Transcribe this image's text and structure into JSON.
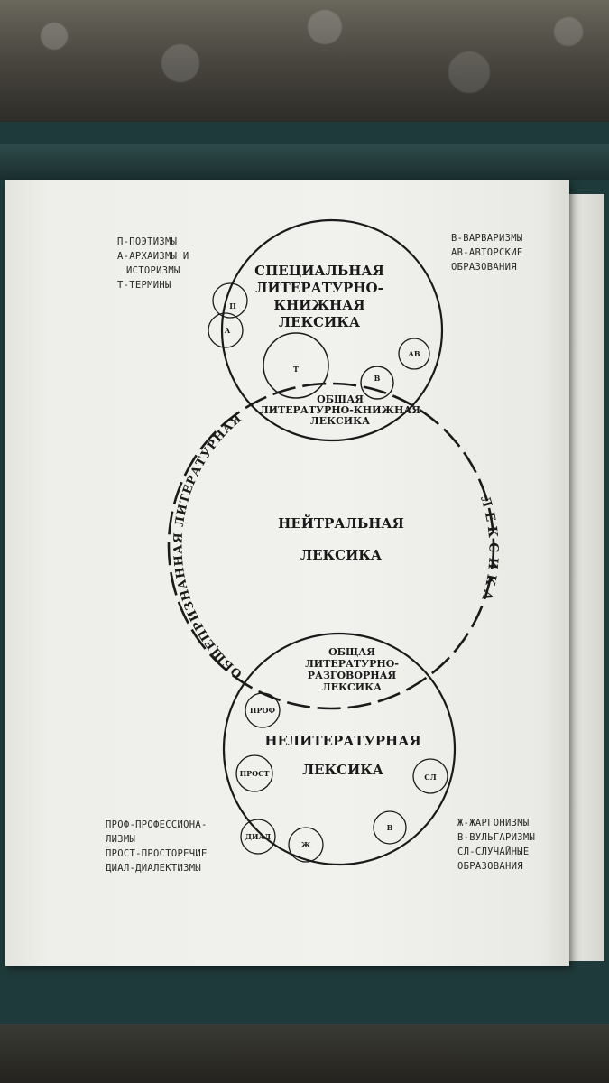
{
  "legend_top_left": [
    "П-ПОЭТИЗМЫ",
    "А-АРХАИЗМЫ И",
    "ИСТОРИЗМЫ",
    "Т-ТЕРМИНЫ"
  ],
  "legend_top_right": [
    "В-ВАРВАРИЗМЫ",
    "АВ-АВТОРСКИЕ",
    "ОБРАЗОВАНИЯ"
  ],
  "legend_bottom_left": [
    "ПРОФ-ПРОФЕССИОНА-",
    "ЛИЗМЫ",
    "ПРОСТ-ПРОСТОРЕЧИЕ",
    "ДИАЛ-ДИАЛЕКТИЗМЫ"
  ],
  "legend_bottom_right": [
    "Ж-ЖАРГОНИЗМЫ",
    "В-ВУЛЬГАРИЗМЫ",
    "СЛ-СЛУЧАЙНЫЕ",
    "ОБРАЗОВАНИЯ"
  ],
  "top_circle": {
    "label_lines": [
      "СПЕЦИАЛЬНАЯ",
      "ЛИТЕРАТУРНО-",
      "КНИЖНАЯ",
      "ЛЕКСИКА"
    ],
    "overlap_lines": [
      "ОБЩАЯ",
      "ЛИТЕРАТУРНО-КНИЖНАЯ",
      "ЛЕКСИКА"
    ],
    "sub": {
      "p": "П",
      "a": "А",
      "t": "Т",
      "v": "В",
      "av": "АВ"
    }
  },
  "middle_circle": {
    "label_lines": [
      "НЕЙТРАЛЬНАЯ",
      "ЛЕКСИКА"
    ],
    "arc_left": "ОБЩЕПРИЗНАННАЯ ЛИТЕРАТУРНАЯ",
    "arc_right": "ЛЕКСИКА"
  },
  "bottom_circle": {
    "overlap_lines": [
      "ОБЩАЯ",
      "ЛИТЕРАТУРНО-",
      "РАЗГОВОРНАЯ",
      "ЛЕКСИКА"
    ],
    "label_lines": [
      "НЕЛИТЕРАТУРНАЯ",
      "ЛЕКСИКА"
    ],
    "sub": {
      "prof": "ПРОФ",
      "prost": "ПРОСТ",
      "sl": "СЛ",
      "v": "В",
      "zh": "Ж",
      "dial": "ДИАЛ"
    }
  }
}
